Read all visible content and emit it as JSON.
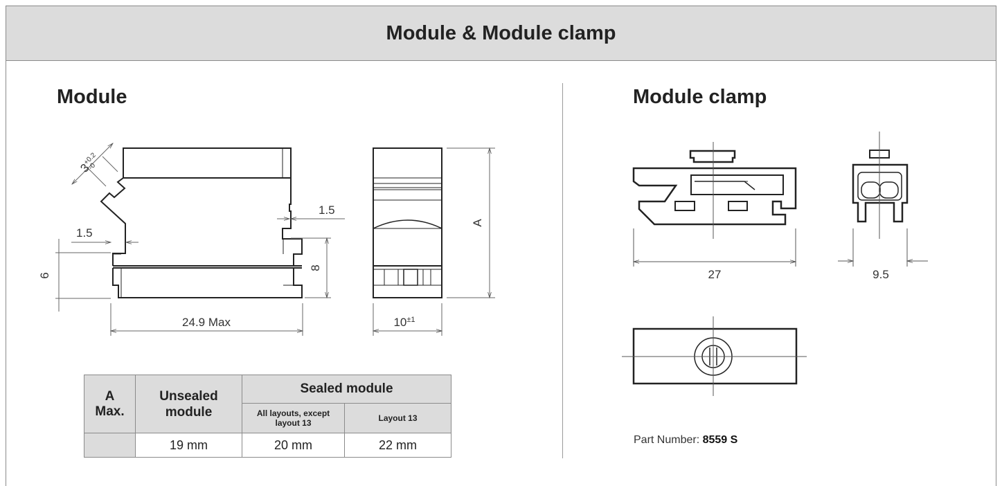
{
  "header": {
    "title": "Module & Module clamp"
  },
  "module": {
    "title": "Module",
    "dims": {
      "tolerance": "3+0.2 / -0",
      "d_15_left": "1.5",
      "d_15_right": "1.5",
      "d_6": "6",
      "d_8": "8",
      "d_a": "A",
      "d_width": "24.9 Max",
      "d_depth": "10",
      "d_depth_tol": "±1"
    },
    "table": {
      "a_max": "A\nMax.",
      "unsealed": "Unsealed module",
      "sealed": "Sealed module",
      "all_layouts": "All layouts, except layout 13",
      "layout13": "Layout 13",
      "v_unsealed": "19 mm",
      "v_all": "20 mm",
      "v_l13": "22 mm"
    }
  },
  "clamp": {
    "title": "Module clamp",
    "dims": {
      "d_27": "27",
      "d_95": "9.5"
    },
    "part_label": "Part Number: ",
    "part_number": "8559 S"
  }
}
